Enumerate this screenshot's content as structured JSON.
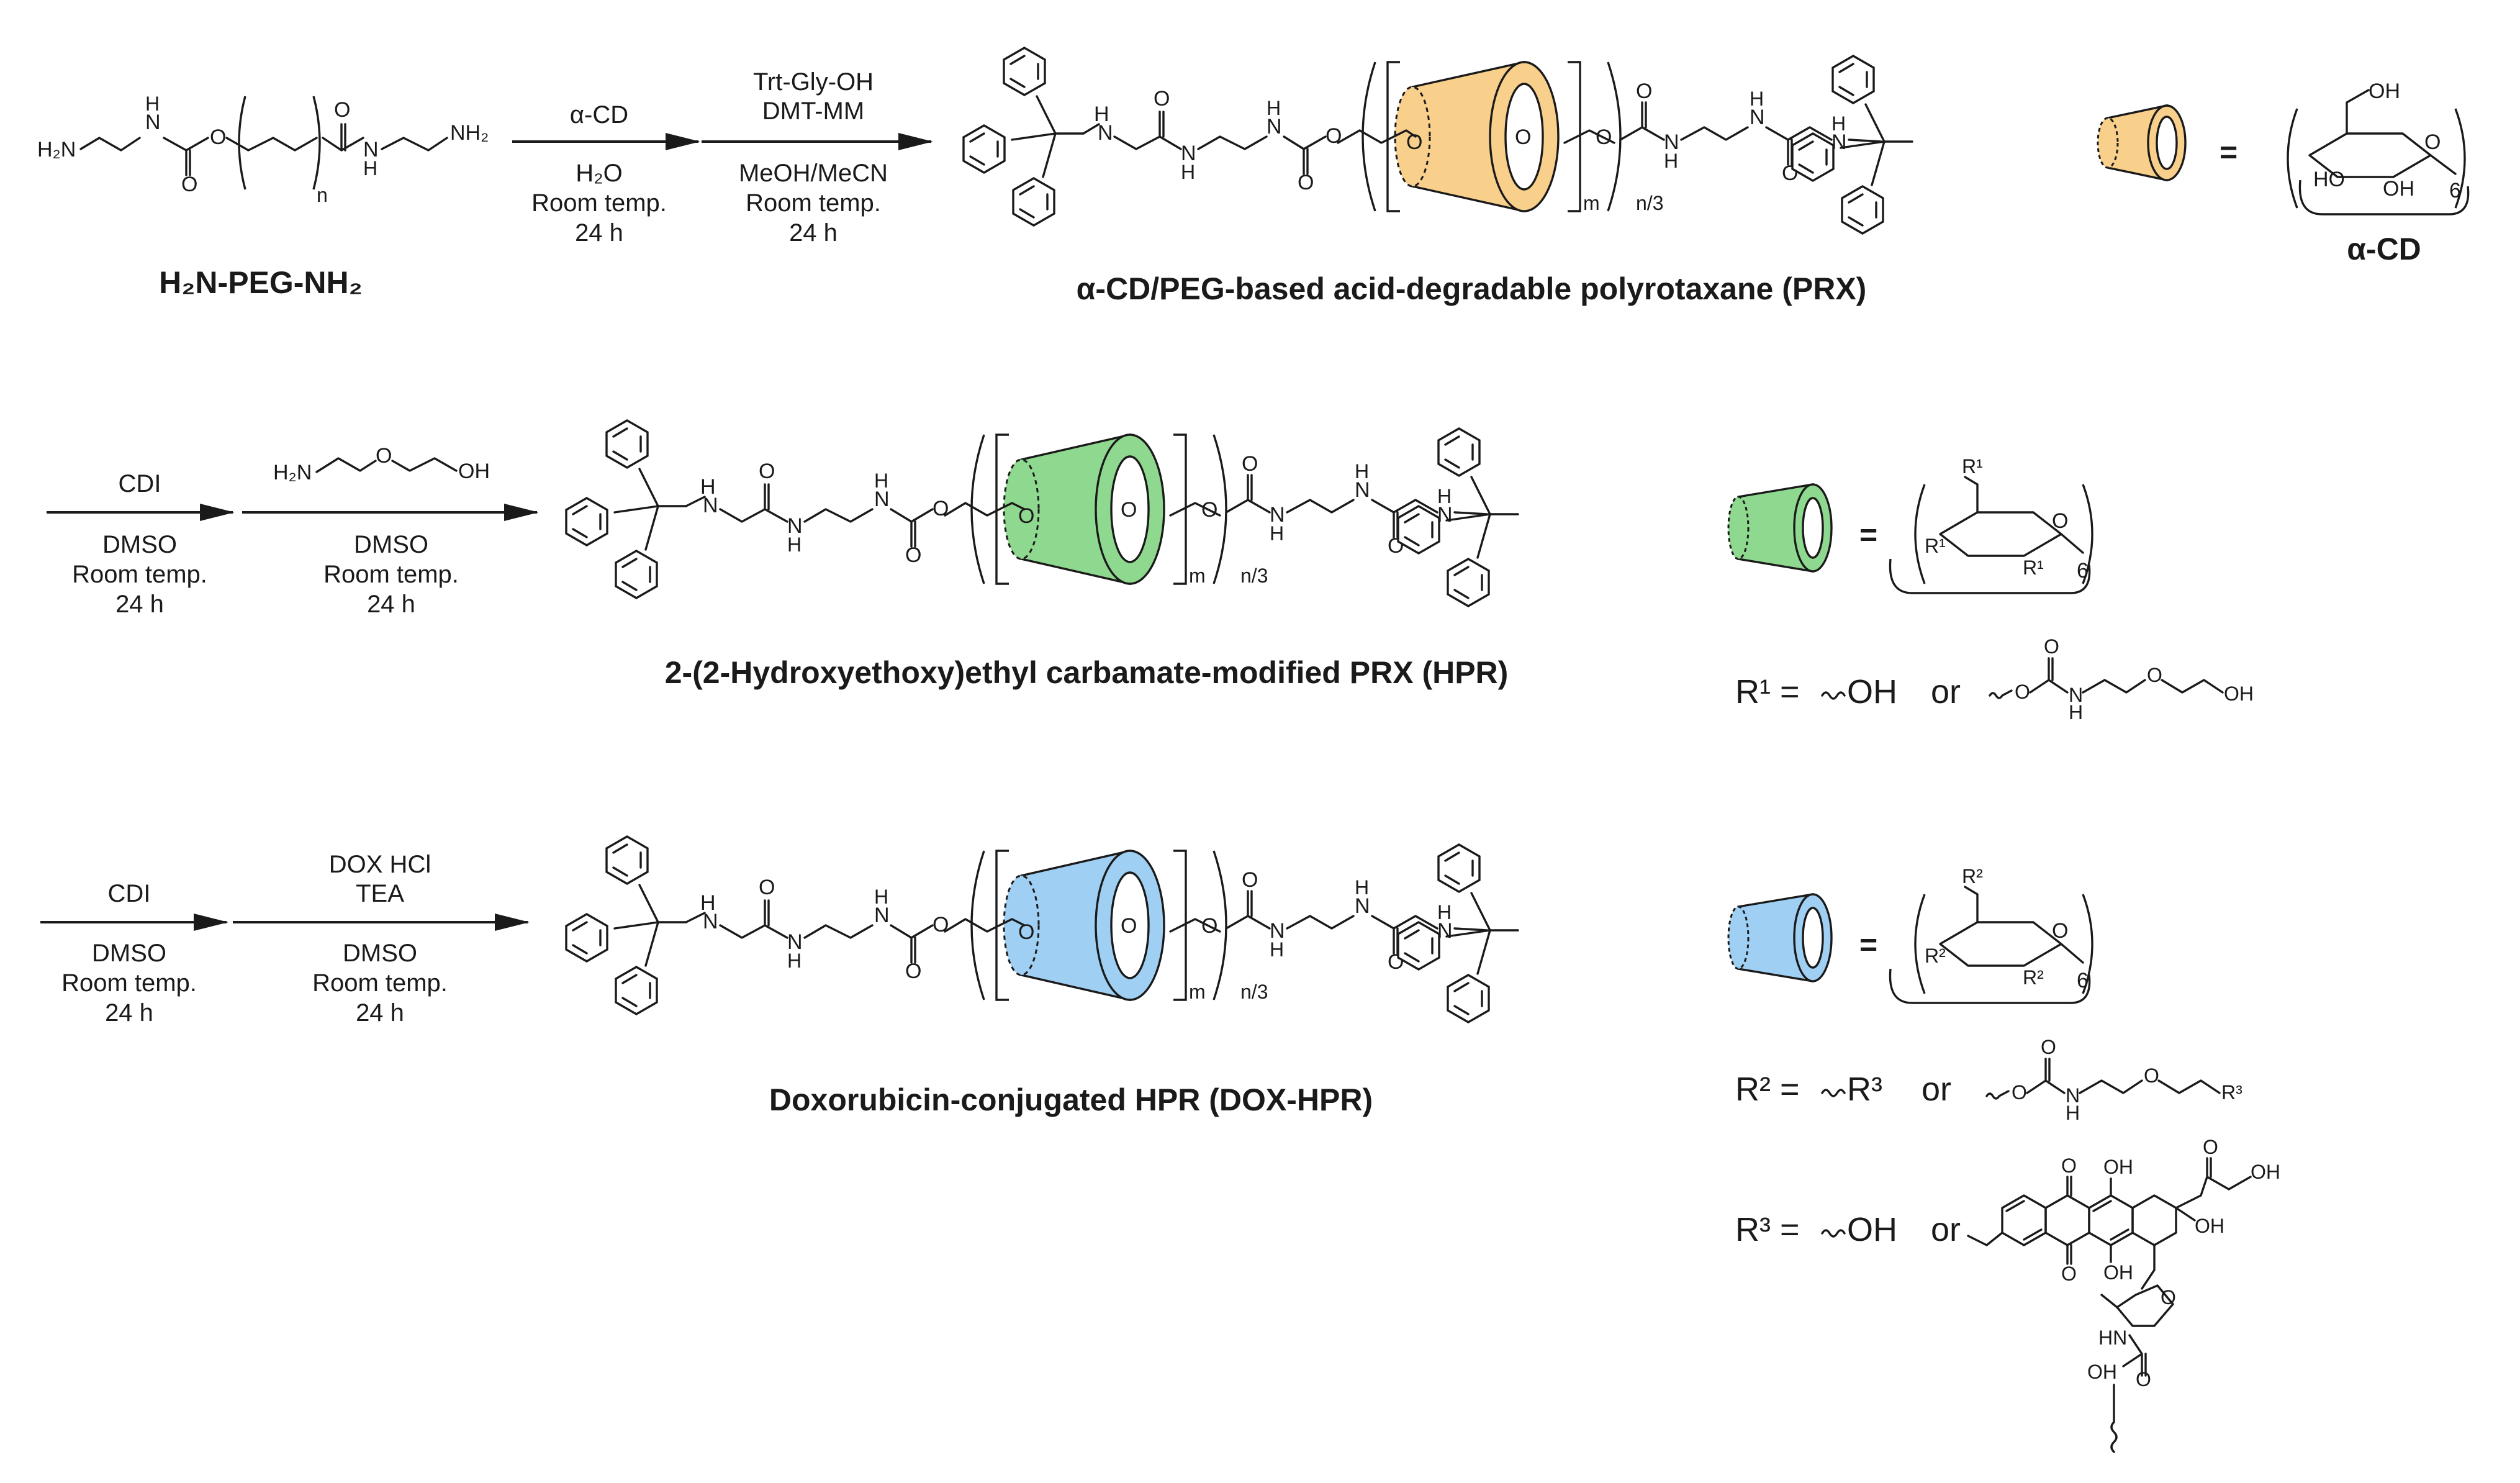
{
  "colors": {
    "cd_native": "#f8cf8b",
    "cd_hpr": "#8fd88f",
    "cd_dox": "#9fcff2",
    "ink": "#1a1a1a"
  },
  "row1": {
    "start_label": "H₂N-PEG-NH₂",
    "start_atoms": {
      "h2n": "H₂N",
      "nh_1": "N",
      "nh_1h": "H",
      "o_1": "O",
      "o_2": "O",
      "n_sub": "n",
      "o_3": "O",
      "nh_2": "N",
      "nh_2h": "H",
      "nh2": "NH₂"
    },
    "step1": {
      "reagent": "α-CD",
      "solvent": "H₂O",
      "temp": "Room temp.",
      "time": "24 h"
    },
    "step2": {
      "reagent1": "Trt-Gly-OH",
      "reagent2": "DMT-MM",
      "solvent": "MeOH/MeCN",
      "temp": "Room temp.",
      "time": "24 h"
    },
    "product_title": "α-CD/PEG-based acid-degradable polyrotaxane (PRX)",
    "m_sub": "m",
    "n3_sub": "n/3",
    "legend_eq": "=",
    "legend_name": "α-CD",
    "legend_atoms": {
      "oh_top": "OH",
      "ho": "HO",
      "oh_bottom": "OH",
      "o_ring": "O",
      "six": "6"
    }
  },
  "row2": {
    "step1": {
      "reagent": "CDI",
      "solvent": "DMSO",
      "temp": "Room temp.",
      "time": "24 h"
    },
    "step2": {
      "reagent": "H₂N╱╲O╱╲OH",
      "solvent": "DMSO",
      "temp": "Room temp.",
      "time": "24 h"
    },
    "product_title": "2-(2-Hydroxyethoxy)ethyl carbamate-modified PRX (HPR)",
    "m_sub": "m",
    "n3_sub": "n/3",
    "legend_eq": "=",
    "legend_atoms": {
      "r_top": "R¹",
      "r_left": "R¹",
      "r_right": "R¹",
      "o_ring": "O",
      "six": "6"
    },
    "r_def": {
      "label": "R¹ =",
      "opt1": "OH",
      "or": "or",
      "opt2": "O–C(=O)–NH–CH₂CH₂–O–CH₂CH₂–OH",
      "nh": "N",
      "nhh": "H",
      "o": "O",
      "oh": "OH"
    }
  },
  "row3": {
    "step1": {
      "reagent": "CDI",
      "solvent": "DMSO",
      "temp": "Room temp.",
      "time": "24 h"
    },
    "step2": {
      "reagent1": "DOX HCl",
      "reagent2": "TEA",
      "solvent": "DMSO",
      "temp": "Room temp.",
      "time": "24 h"
    },
    "product_title": "Doxorubicin-conjugated HPR (DOX-HPR)",
    "m_sub": "m",
    "n3_sub": "n/3",
    "legend_eq": "=",
    "legend_atoms": {
      "r_top": "R²",
      "r_left": "R²",
      "r_right": "R²",
      "o_ring": "O",
      "six": "6"
    },
    "r2_def": {
      "label": "R² =",
      "opt1": "R³",
      "or": "or",
      "nh": "N",
      "nhh": "H",
      "o": "O",
      "r3": "R³"
    },
    "r3_def": {
      "label": "R³ =",
      "opt1": "OH",
      "or": "or",
      "atoms": {
        "o1": "O",
        "oh1": "OH",
        "o2": "O",
        "oh2": "OH",
        "oh3": "OH",
        "oh4": "OH",
        "o3": "O",
        "o_ring": "O",
        "hn": "HN",
        "oh5": "OH",
        "o4": "O"
      }
    }
  },
  "product_atoms": {
    "h": "H",
    "n": "N",
    "o": "O"
  }
}
